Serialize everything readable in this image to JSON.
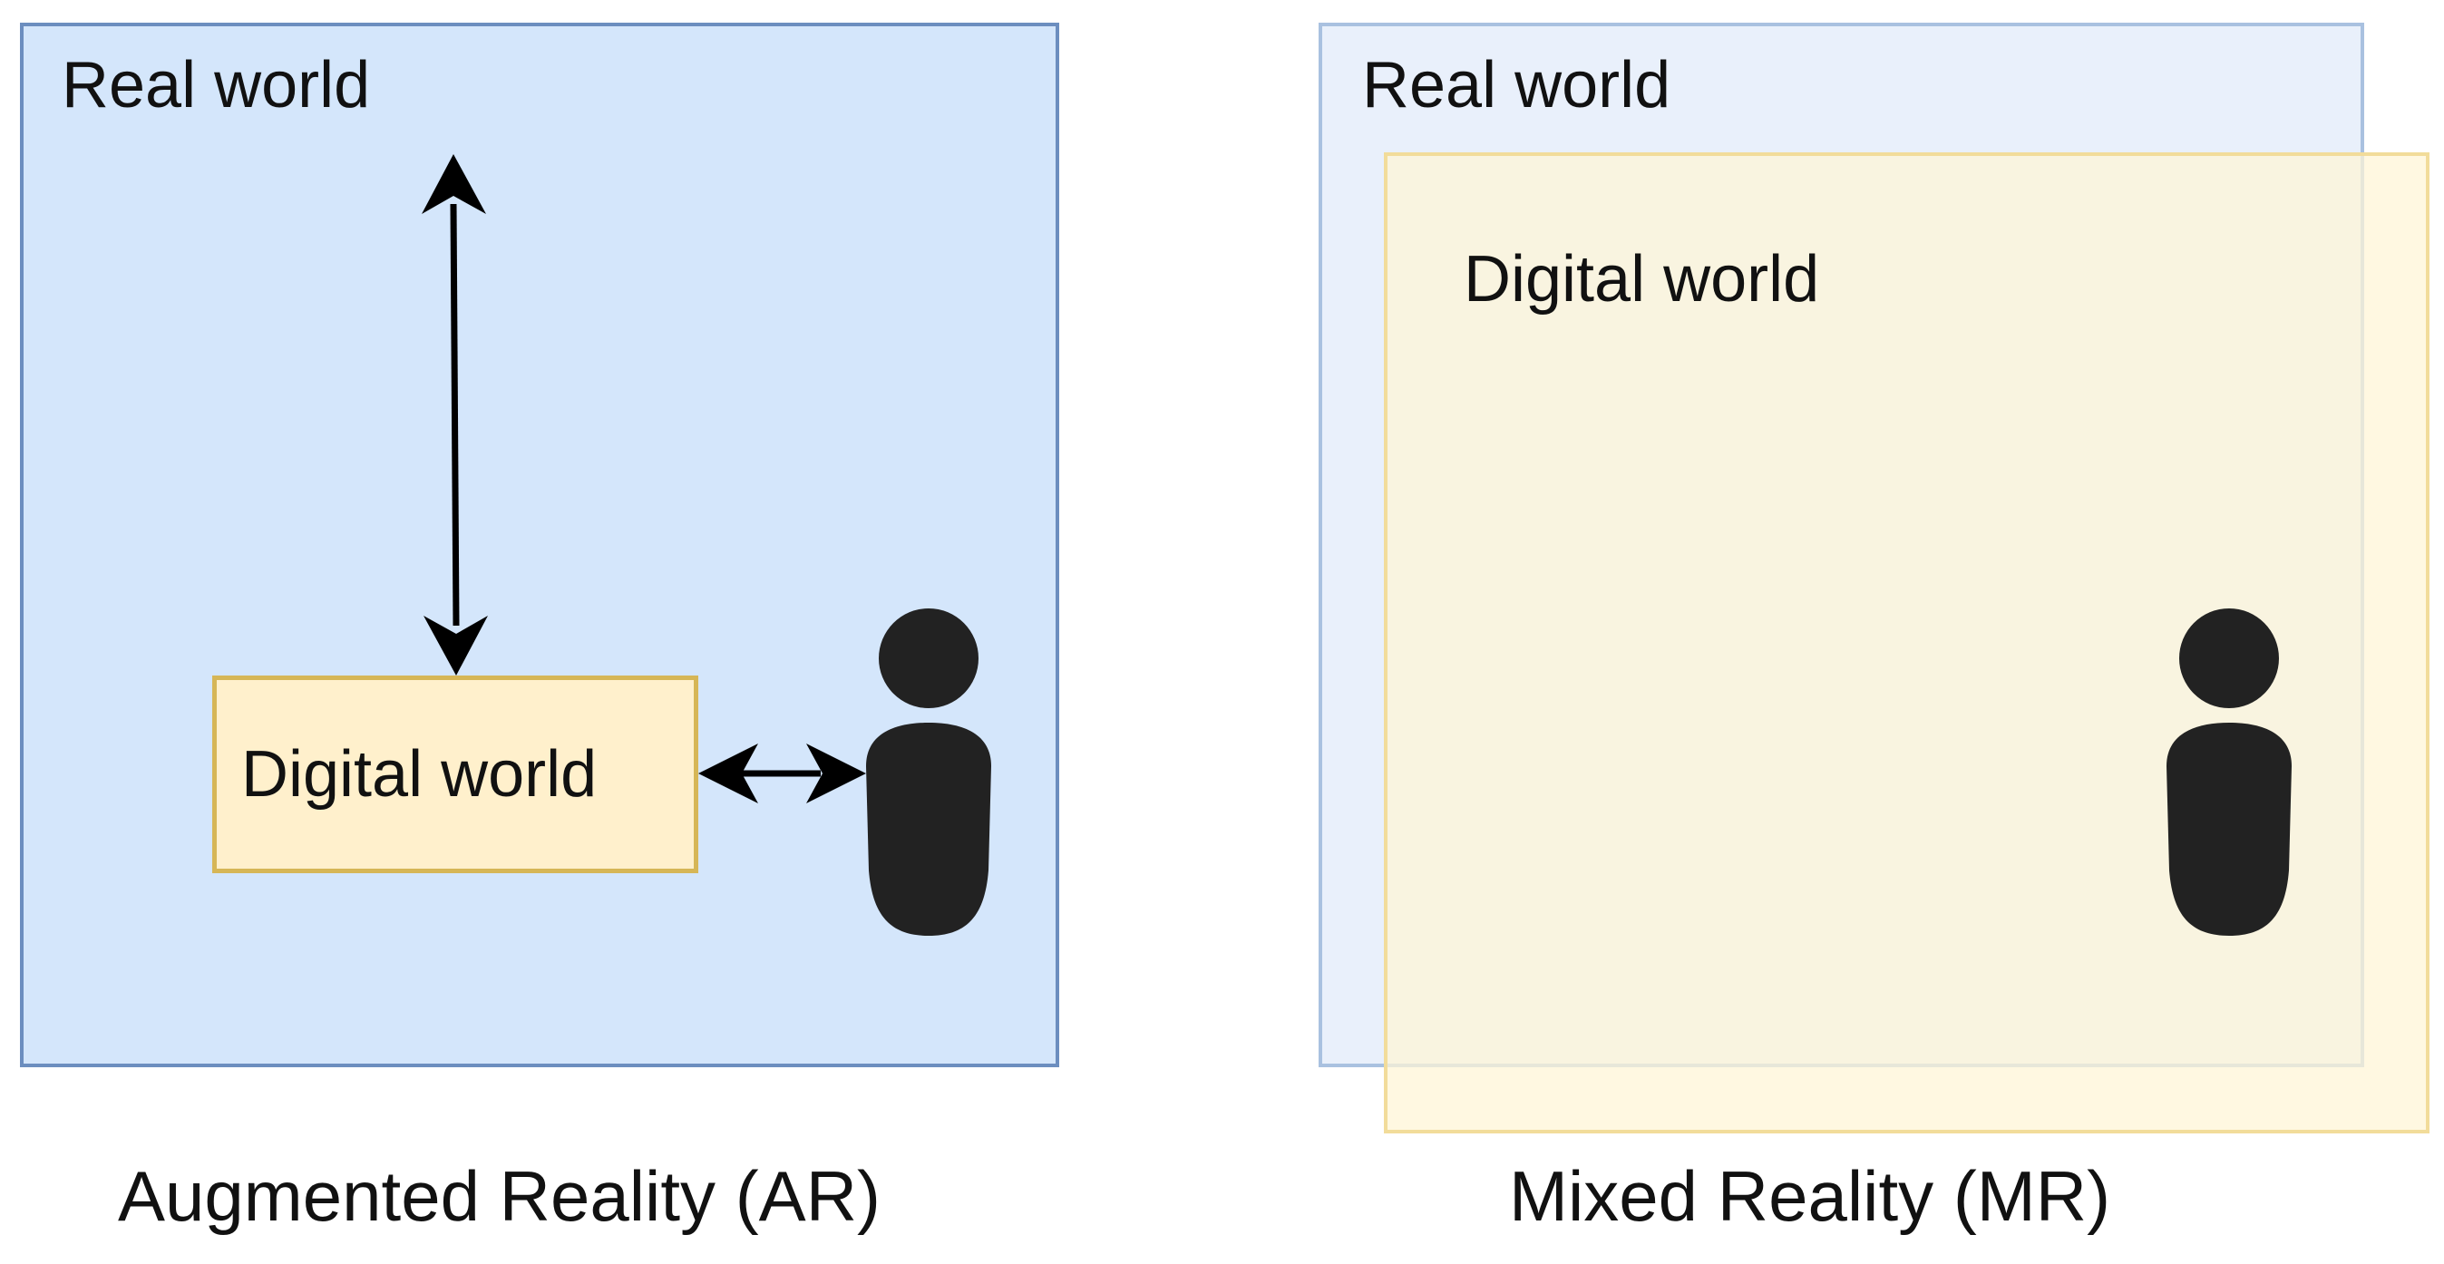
{
  "ar_panel": {
    "real_world_label": "Real world",
    "digital_world_label": "Digital world",
    "caption": "Augmented Reality (AR)"
  },
  "mr_panel": {
    "real_world_label": "Real world",
    "digital_world_label": "Digital world",
    "caption": "Mixed Reality (MR)"
  },
  "icons": {
    "ar_person": "person-icon",
    "mr_person": "person-icon",
    "vertical_arrow": "double-headed-arrow-icon",
    "horizontal_arrow": "double-headed-arrow-icon"
  },
  "colors": {
    "ar_real_fill": "#d4e6fb",
    "ar_real_border": "#6c8ebf",
    "digital_fill": "#fff0cc",
    "digital_border": "#d6b656",
    "mr_real_fill": "#e9f0fb",
    "mr_real_border": "#a9c1e0",
    "mr_digital_border": "#f2dc9a",
    "figure": "#222222"
  }
}
